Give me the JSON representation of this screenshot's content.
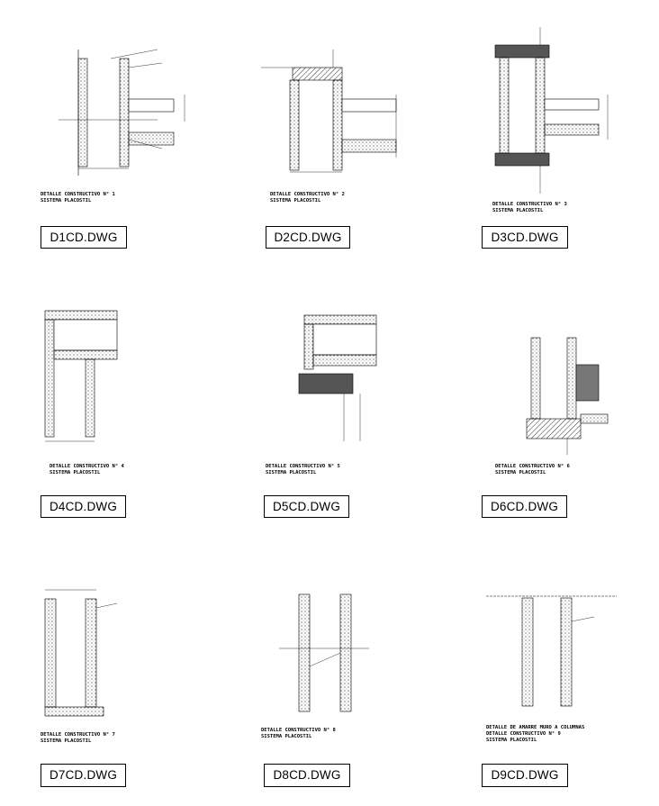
{
  "details": [
    {
      "id": "d1",
      "title": "DETALLE CONSTRUCTIVO N° 1",
      "system": "SISTEMA PLACOSTIL",
      "file": "D1CD.DWG"
    },
    {
      "id": "d2",
      "title": "DETALLE CONSTRUCTIVO N° 2",
      "system": "SISTEMA PLACOSTIL",
      "file": "D2CD.DWG"
    },
    {
      "id": "d3",
      "title": "DETALLE CONSTRUCTIVO N° 3",
      "system": "SISTEMA PLACOSTIL",
      "file": "D3CD.DWG"
    },
    {
      "id": "d4",
      "title": "DETALLE CONSTRUCTIVO N° 4",
      "system": "SISTEMA PLACOSTIL",
      "file": "D4CD.DWG"
    },
    {
      "id": "d5",
      "title": "DETALLE CONSTRUCTIVO N° 5",
      "system": "SISTEMA PLACOSTIL",
      "file": "D5CD.DWG"
    },
    {
      "id": "d6",
      "title": "DETALLE CONSTRUCTIVO N° 6",
      "system": "SISTEMA PLACOSTIL",
      "file": "D6CD.DWG"
    },
    {
      "id": "d7",
      "title": "DETALLE CONSTRUCTIVO N° 7",
      "system": "SISTEMA PLACOSTIL",
      "file": "D7CD.DWG"
    },
    {
      "id": "d8",
      "title": "DETALLE CONSTRUCTIVO N° 8",
      "system": "SISTEMA PLACOSTIL",
      "file": "D8CD.DWG"
    },
    {
      "id": "d9",
      "title": "DETALLE CONSTRUCTIVO N° 9",
      "system": "SISTEMA PLACOSTIL",
      "file": "D9CD.DWG",
      "note": "DETALLE DE AMARRE MURO A COLUMNAS"
    }
  ],
  "colors": {
    "line": "#000000",
    "hatch": "#555555",
    "background": "#ffffff"
  }
}
